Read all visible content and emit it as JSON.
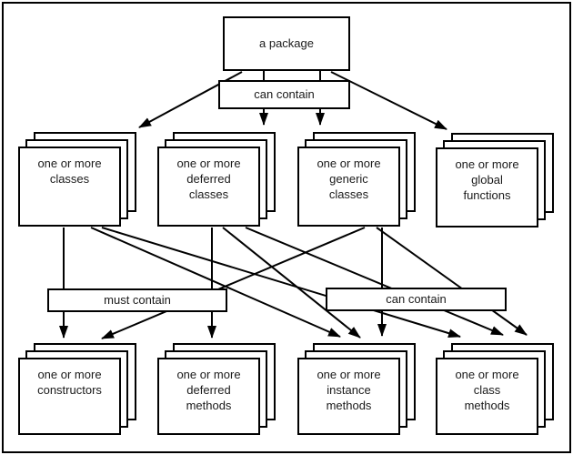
{
  "diagram": {
    "title": "package containment diagram",
    "package": {
      "label": "a package"
    },
    "relations": {
      "top_can_contain": "can contain",
      "must_contain": "must contain",
      "mid_can_contain": "can contain"
    },
    "top_row": [
      {
        "id": "classes",
        "label": "one or more\nclasses"
      },
      {
        "id": "deferred-classes",
        "label": "one or more\ndeferred\nclasses"
      },
      {
        "id": "generic-classes",
        "label": "one or more\ngeneric\nclasses"
      },
      {
        "id": "global-functions",
        "label": "one or more\nglobal\nfunctions"
      }
    ],
    "bottom_row": [
      {
        "id": "constructors",
        "label": "one or more\nconstructors"
      },
      {
        "id": "deferred-methods",
        "label": "one or more\ndeferred\nmethods"
      },
      {
        "id": "instance-methods",
        "label": "one or more\ninstance\nmethods"
      },
      {
        "id": "class-methods",
        "label": "one or more\nclass\nmethods"
      }
    ],
    "colors": {
      "line": "#000000",
      "box_bg": "#ffffff",
      "page_bg": "#ffffff"
    }
  }
}
